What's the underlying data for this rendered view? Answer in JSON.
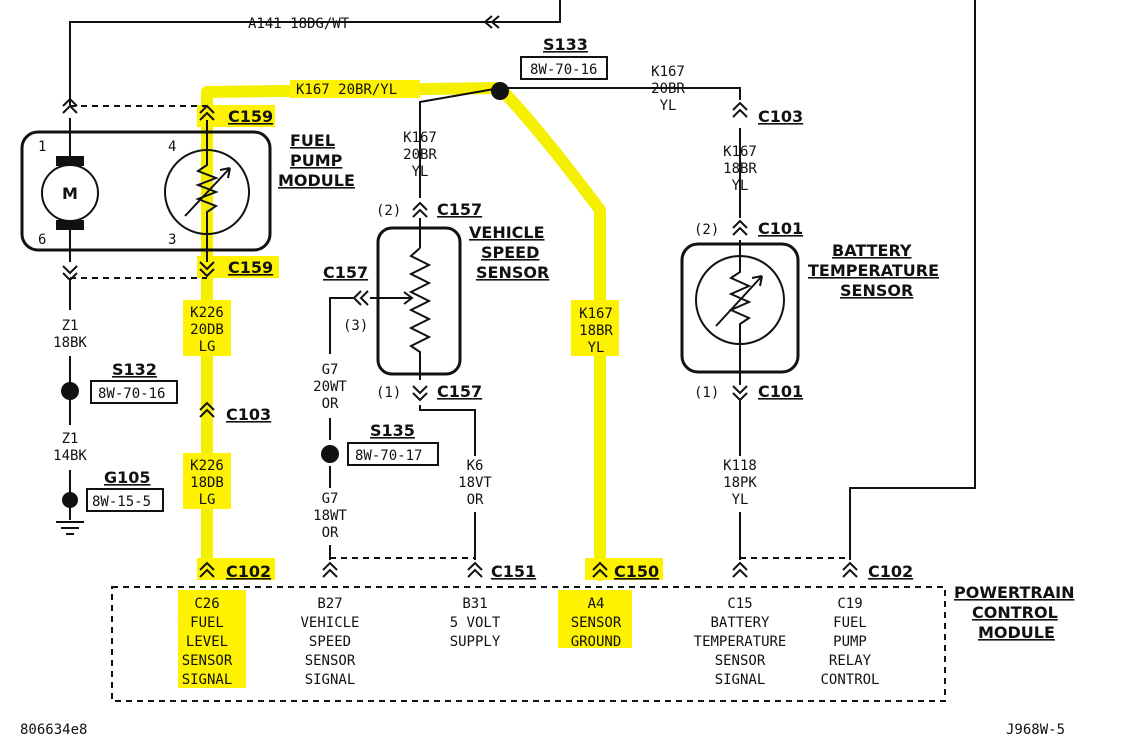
{
  "wires": {
    "a141": "A141  18DG/WT",
    "k167_top": "K167  20BR/YL",
    "k167_right": [
      "K167",
      "20BR",
      "YL"
    ],
    "k167_mid": [
      "K167",
      "20BR",
      "YL"
    ],
    "k167_c103": [
      "K167",
      "18BR",
      "YL"
    ],
    "k167_hl": [
      "K167",
      "18BR",
      "YL"
    ],
    "k226_a": [
      "K226",
      "20DB",
      "LG"
    ],
    "k226_b": [
      "K226",
      "18DB",
      "LG"
    ],
    "z1_a": [
      "Z1",
      "18BK"
    ],
    "z1_b": [
      "Z1",
      "14BK"
    ],
    "g7_a": [
      "G7",
      "20WT",
      "OR"
    ],
    "g7_b": [
      "G7",
      "18WT",
      "OR"
    ],
    "k6": [
      "K6",
      "18VT",
      "OR"
    ],
    "k118": [
      "K118",
      "18PK",
      "YL"
    ]
  },
  "connectors": {
    "c159_top": "C159",
    "c159_bot": "C159",
    "c103_left": "C103",
    "c103_right": "C103",
    "c157_top": "C157",
    "c157_side": "C157",
    "c157_bot": "C157",
    "c101_top": "C101",
    "c101_bot": "C101",
    "c102_left": "C102",
    "c102_right": "C102",
    "c151": "C151",
    "c150": "C150"
  },
  "pins": {
    "pin_1": "1",
    "pin_4": "4",
    "pin_6": "6",
    "pin_3": "3",
    "vss_2": "(2)",
    "vss_3": "(3)",
    "vss_1": "(1)",
    "bts_2": "(2)",
    "bts_1": "(1)"
  },
  "splices": {
    "s133": "S133",
    "s133_ref": "8W-70-16",
    "s132": "S132",
    "s132_ref": "8W-70-16",
    "s135": "S135",
    "s135_ref": "8W-70-17",
    "g105": "G105",
    "g105_ref": "8W-15-5"
  },
  "components": {
    "fuel_pump": [
      "FUEL",
      "PUMP",
      "MODULE"
    ],
    "motor": "M",
    "vss": [
      "VEHICLE",
      "SPEED",
      "SENSOR"
    ],
    "bts": [
      "BATTERY",
      "TEMPERATURE",
      "SENSOR"
    ],
    "pcm": [
      "POWERTRAIN",
      "CONTROL",
      "MODULE"
    ]
  },
  "pcm_pins": [
    {
      "id": "C26",
      "lines": [
        "FUEL",
        "LEVEL",
        "SENSOR",
        "SIGNAL"
      ]
    },
    {
      "id": "B27",
      "lines": [
        "VEHICLE",
        "SPEED",
        "SENSOR",
        "SIGNAL"
      ]
    },
    {
      "id": "B31",
      "lines": [
        "5 VOLT",
        "SUPPLY"
      ]
    },
    {
      "id": "A4",
      "lines": [
        "SENSOR",
        "GROUND"
      ]
    },
    {
      "id": "C15",
      "lines": [
        "BATTERY",
        "TEMPERATURE",
        "SENSOR",
        "SIGNAL"
      ]
    },
    {
      "id": "C19",
      "lines": [
        "FUEL",
        "PUMP",
        "RELAY",
        "CONTROL"
      ]
    }
  ],
  "footer": {
    "left": "806634e8",
    "right": "J968W-5"
  },
  "colors": {
    "highlight": "#fff200",
    "line": "#111111"
  }
}
